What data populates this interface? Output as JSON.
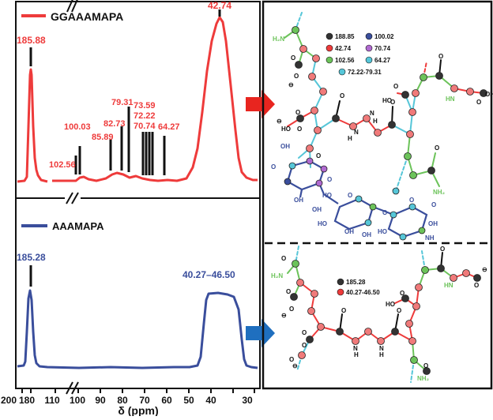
{
  "colors": {
    "red": "#ee3b3b",
    "blue": "#3a4e9c",
    "black": "#111111",
    "green": "#6cc35a",
    "cyan": "#56c6d8",
    "pink": "#f07a7a",
    "arrow_red": "#e8251f",
    "arrow_blue": "#1f6fbf"
  },
  "top_panel": {
    "legend": "GGAAAMAPA",
    "peak_labels": [
      "185.88",
      "42.74",
      "102.56",
      "100.03",
      "85.89",
      "82.73",
      "79.31",
      "73.59",
      "72.22",
      "70.74",
      "64.27"
    ]
  },
  "bottom_panel": {
    "legend": "AAAMAPA",
    "peak_labels": [
      "185.28",
      "40.27–46.50"
    ]
  },
  "axis": {
    "xlabel": "δ (ppm)",
    "ticks": [
      "200",
      "180",
      "110",
      "100",
      "90",
      "80",
      "70",
      "60",
      "50",
      "40",
      "30"
    ]
  },
  "right_top": {
    "legend": [
      "188.85",
      "100.02",
      "42.74",
      "70.74",
      "102.56",
      "64.27",
      "72.22-79.31"
    ],
    "labels": [
      "H₂N",
      "O",
      "O",
      "⊖",
      "O",
      "HO",
      "O",
      "⊖",
      "O",
      "O",
      "N",
      "H",
      "N",
      "H",
      "O",
      "O",
      "HO",
      "HN",
      "O",
      "O",
      "OH",
      "OH",
      "O",
      "O",
      "NH₂",
      "HO",
      "OH",
      "O",
      "O",
      "OH",
      "HO",
      "O",
      "O",
      "HO",
      "NH",
      "O",
      "OH",
      "OH",
      "OH"
    ]
  },
  "right_bottom": {
    "legend": [
      "185.28",
      "40.27-46.50"
    ],
    "labels": [
      "O",
      "H₂N",
      "O",
      "O",
      "⊖",
      "O",
      "O",
      "N",
      "H",
      "N",
      "H",
      "O",
      "O",
      "HO",
      "O",
      "HN",
      "O",
      "⊖",
      "O",
      "O",
      "⊖",
      "O",
      "NH₂"
    ]
  }
}
